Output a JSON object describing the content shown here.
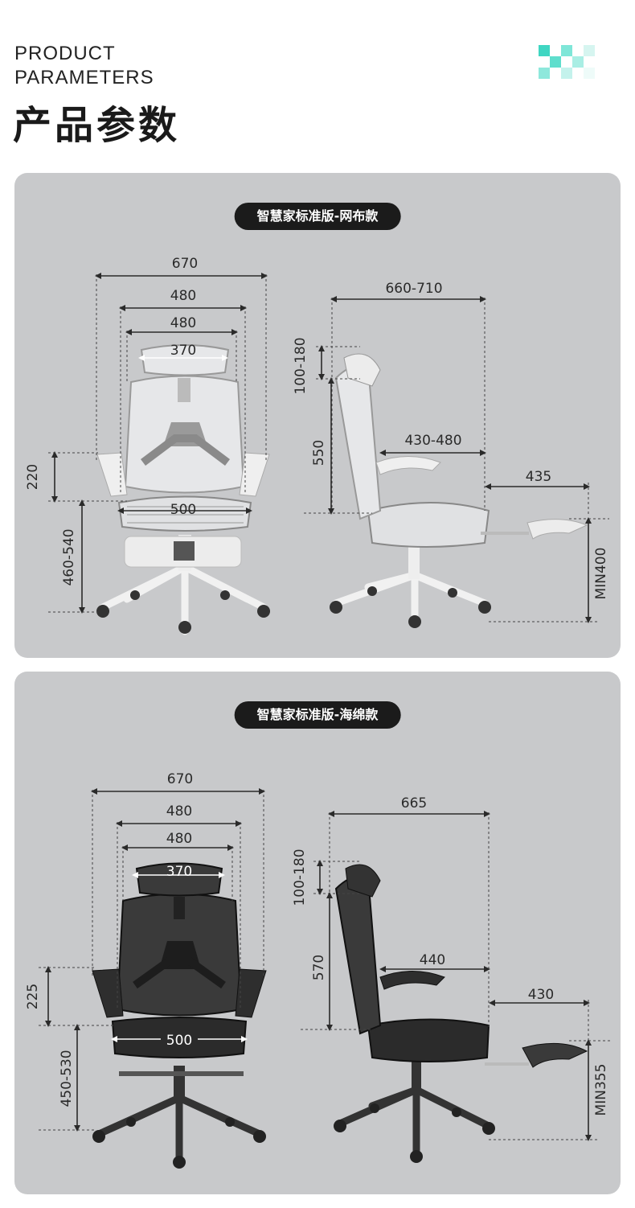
{
  "header": {
    "title_en_line1": "PRODUCT",
    "title_en_line2": "PARAMETERS",
    "title_cn": "产品参数"
  },
  "colors": {
    "panel_bg": "#c8c9cb",
    "pill_bg": "#1b1b1b",
    "accent_teal": "#3fd6c2",
    "chair_mesh": "#e6e7e9",
    "chair_sponge": "#2b2b2b"
  },
  "panels": [
    {
      "label": "智慧家标准版-网布款",
      "front": {
        "overall_width": "670",
        "armrest_width": "480",
        "back_width": "480",
        "headrest_width": "370",
        "seat_width": "500",
        "armrest_height": "220",
        "seat_height": "460-540"
      },
      "side": {
        "depth": "660-710",
        "headrest_adjust": "100-180",
        "back_height": "550",
        "seat_depth": "430-480",
        "footrest_length": "435",
        "footrest_height": "MIN400"
      }
    },
    {
      "label": "智慧家标准版-海绵款",
      "front": {
        "overall_width": "670",
        "armrest_width": "480",
        "back_width": "480",
        "headrest_width": "370",
        "seat_width": "500",
        "armrest_height": "225",
        "seat_height": "450-530"
      },
      "side": {
        "depth": "665",
        "headrest_adjust": "100-180",
        "back_height": "570",
        "seat_depth": "440",
        "footrest_length": "430",
        "footrest_height": "MIN355"
      }
    }
  ]
}
